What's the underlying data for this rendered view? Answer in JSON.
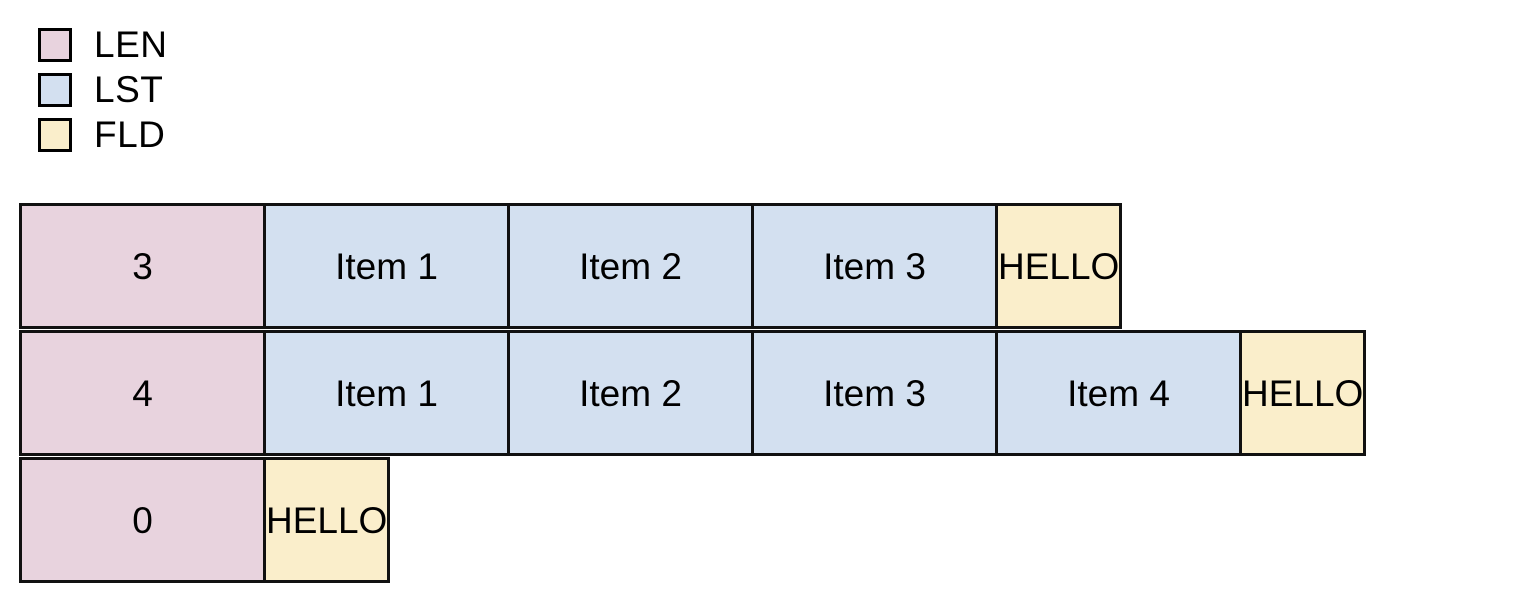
{
  "colors": {
    "len_fill": "#e8d3de",
    "lst_fill": "#d3e0f0",
    "fld_fill": "#faeecb",
    "border": "#111111",
    "text": "#000000",
    "background": "#ffffff"
  },
  "legend": {
    "items": [
      {
        "label": "LEN",
        "color": "#e8d3de",
        "kind": "len"
      },
      {
        "label": "LST",
        "color": "#d3e0f0",
        "kind": "lst"
      },
      {
        "label": "FLD",
        "color": "#faeecb",
        "kind": "fld"
      }
    ]
  },
  "layout": {
    "rows": [
      {
        "name": "row-len-3",
        "cells": [
          {
            "text": "3",
            "kind": "len"
          },
          {
            "text": "Item 1",
            "kind": "lst"
          },
          {
            "text": "Item 2",
            "kind": "lst"
          },
          {
            "text": "Item 3",
            "kind": "lst"
          },
          {
            "text": "HELLO",
            "kind": "fld"
          }
        ]
      },
      {
        "name": "row-len-4",
        "cells": [
          {
            "text": "4",
            "kind": "len"
          },
          {
            "text": "Item 1",
            "kind": "lst"
          },
          {
            "text": "Item 2",
            "kind": "lst"
          },
          {
            "text": "Item 3",
            "kind": "lst"
          },
          {
            "text": "Item 4",
            "kind": "lst"
          },
          {
            "text": "HELLO",
            "kind": "fld"
          }
        ]
      },
      {
        "name": "row-len-0",
        "cells": [
          {
            "text": "0",
            "kind": "len"
          },
          {
            "text": "HELLO",
            "kind": "fld"
          }
        ]
      }
    ]
  }
}
